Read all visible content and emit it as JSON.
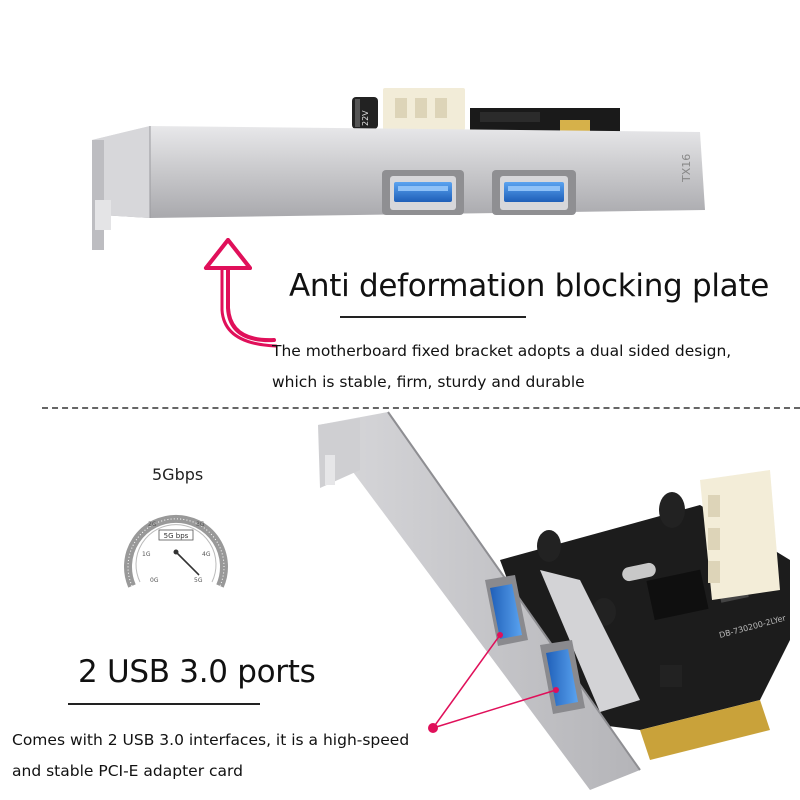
{
  "section_top": {
    "heading": "Anti deformation blocking plate",
    "description_line1": "The motherboard fixed bracket adopts a dual sided design,",
    "description_line2": "which is stable, firm, sturdy and durable",
    "bracket_text": "TX16",
    "board_text": "22V"
  },
  "section_bottom": {
    "heading": "2 USB 3.0 ports",
    "description_line1": "Comes with 2 USB 3.0 interfaces, it is a high-speed",
    "description_line2": "and stable PCI-E adapter card",
    "board_label": "DB-730200-2LYer"
  },
  "gauge": {
    "caption": "5Gbps",
    "center_label": "5G bps",
    "ticks": [
      "0G",
      "1G",
      "2G",
      "3G",
      "4G",
      "5G"
    ],
    "value_gbps": 5
  },
  "colors": {
    "accent_pink": "#e0105a",
    "usb_blue": "#2a6fc9",
    "bracket_silver": "#c9c9cb",
    "pcb_black": "#1a1a1a"
  }
}
